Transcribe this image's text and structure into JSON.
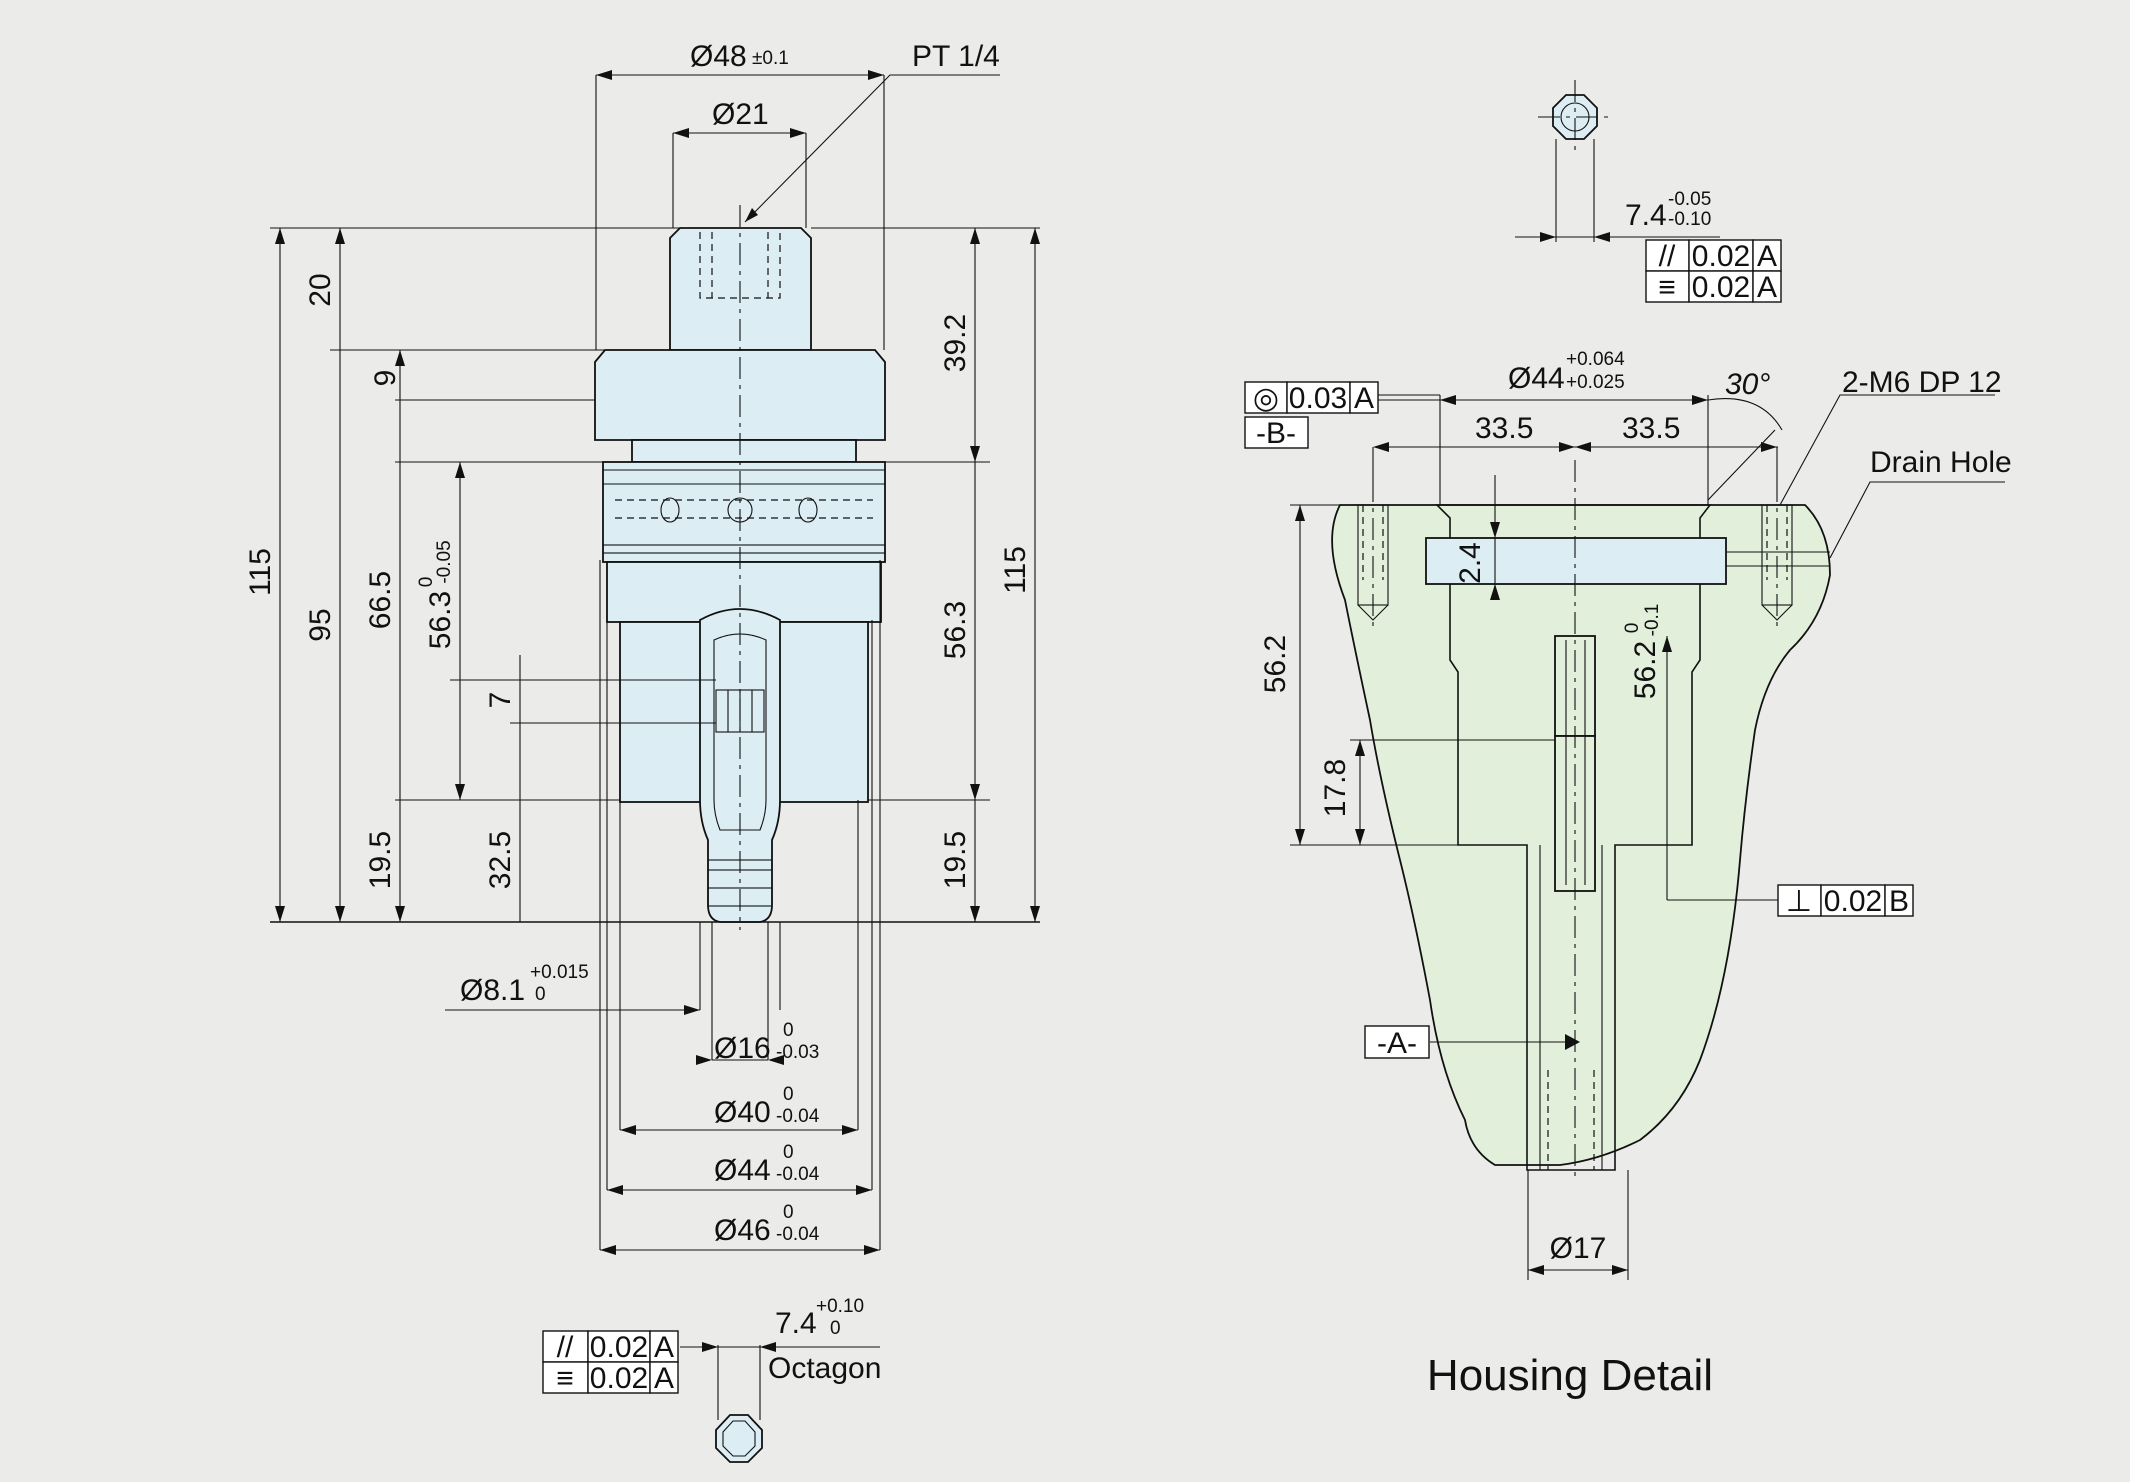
{
  "title": "Housing Detail",
  "left_view": {
    "dia48": {
      "label": "Ø48",
      "tol": "±0.1"
    },
    "pt_thread": "PT 1/4",
    "dia21": "Ø21",
    "h20": "20",
    "h9": "9",
    "h39_2": "39.2",
    "h115_left": "115",
    "h95": "95",
    "h66_5": "66.5",
    "h56_3_tol": {
      "label": "56.3",
      "upper": "0",
      "lower": "-0.05"
    },
    "h7": "7",
    "h56_3": "56.3",
    "h115_right": "115",
    "h19_5_left": "19.5",
    "h32_5": "32.5",
    "h19_5_right": "19.5",
    "dia8_1": {
      "label": "Ø8.1",
      "upper": "+0.015",
      "lower": "0"
    },
    "dia16": {
      "label": "Ø16",
      "upper": "0",
      "lower": "-0.03"
    },
    "dia40": {
      "label": "Ø40",
      "upper": "0",
      "lower": "-0.04"
    },
    "dia44": {
      "label": "Ø44",
      "upper": "0",
      "lower": "-0.04"
    },
    "dia46": {
      "label": "Ø46",
      "upper": "0",
      "lower": "-0.04"
    },
    "octagon_size": {
      "label": "7.4",
      "upper": "+0.10",
      "lower": "0"
    },
    "octagon_label": "Octagon",
    "fcf_parallel": {
      "symbol": "//",
      "value": "0.02",
      "datum": "A"
    },
    "fcf_symmetry": {
      "symbol": "≡",
      "value": "0.02",
      "datum": "A"
    }
  },
  "right_view": {
    "octagon_size": {
      "label": "7.4",
      "upper": "-0.05",
      "lower": "-0.10"
    },
    "fcf_parallel": {
      "symbol": "//",
      "value": "0.02",
      "datum": "A"
    },
    "fcf_symmetry": {
      "symbol": "≡",
      "value": "0.02",
      "datum": "A"
    },
    "dia44": {
      "label": "Ø44",
      "upper": "+0.064",
      "lower": "+0.025"
    },
    "angle": "30°",
    "thread_callout": "2-M6 DP 12",
    "drain_hole": "Drain Hole",
    "fcf_concentricity": {
      "symbol": "◎",
      "value": "0.03",
      "datum": "A"
    },
    "datum_b": "-B-",
    "w33_5_left": "33.5",
    "w33_5_right": "33.5",
    "h2_4": "2.4",
    "h56_2": "56.2",
    "h56_2_tol": {
      "label": "56.2",
      "upper": "0",
      "lower": "-0.1"
    },
    "h17_8": "17.8",
    "fcf_perpendicular": {
      "symbol": "⊥",
      "value": "0.02",
      "datum": "B"
    },
    "datum_a": "-A-",
    "dia17": "Ø17"
  },
  "colors": {
    "part_fill": "#dcedf4",
    "housing_fill": "#e2efdb",
    "background": "#ebebea"
  }
}
